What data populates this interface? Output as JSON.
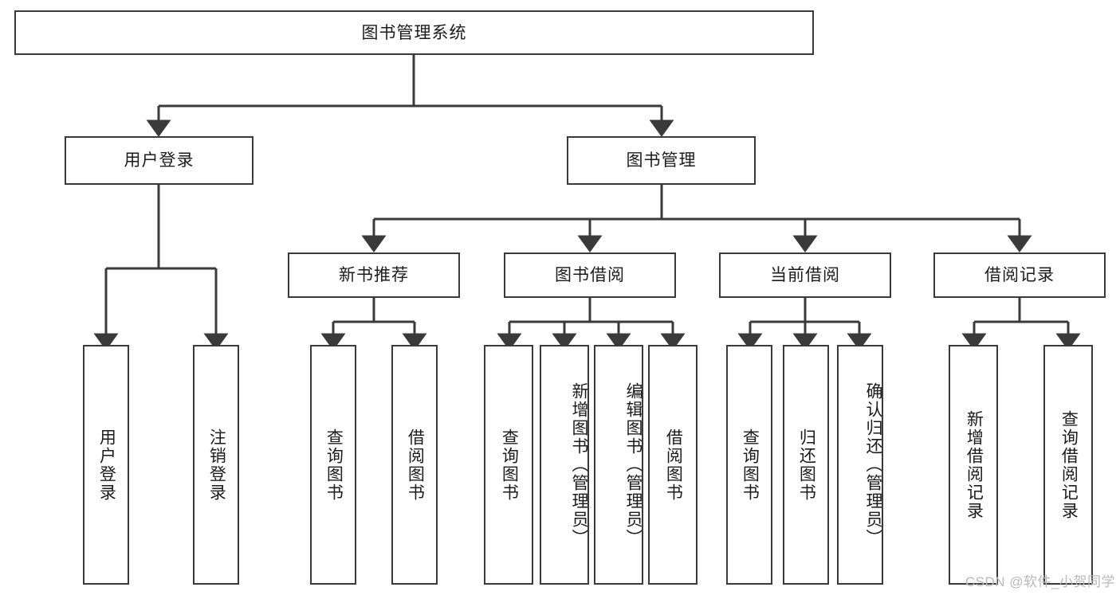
{
  "diagram": {
    "type": "tree",
    "title": "图书管理系统",
    "root": {
      "label": "图书管理系统"
    },
    "level2": [
      {
        "label": "用户登录"
      },
      {
        "label": "图书管理"
      }
    ],
    "level3": [
      {
        "label": "新书推荐"
      },
      {
        "label": "图书借阅"
      },
      {
        "label": "当前借阅"
      },
      {
        "label": "借阅记录"
      }
    ],
    "leaves": {
      "user_login": [
        {
          "label": "用户登录"
        },
        {
          "label": "注销登录"
        }
      ],
      "new_book_recommend": [
        {
          "label": "查询图书"
        },
        {
          "label": "借阅图书"
        }
      ],
      "book_borrow": [
        {
          "label": "查询图书"
        },
        {
          "label": "新增图书（管理员）"
        },
        {
          "label": "编辑图书（管理员）"
        },
        {
          "label": "借阅图书"
        }
      ],
      "current_borrow": [
        {
          "label": "查询图书"
        },
        {
          "label": "归还图书"
        },
        {
          "label": "确认归还（管理员）"
        }
      ],
      "borrow_record": [
        {
          "label": "新增借阅记录"
        },
        {
          "label": "查询借阅记录"
        }
      ]
    }
  },
  "watermark": {
    "text": "CSDN @软件_小贺同学"
  },
  "colors": {
    "border": "#3a3a3a",
    "text": "#1b1b1b",
    "background": "#ffffff",
    "watermark": "#b9b9b9"
  }
}
